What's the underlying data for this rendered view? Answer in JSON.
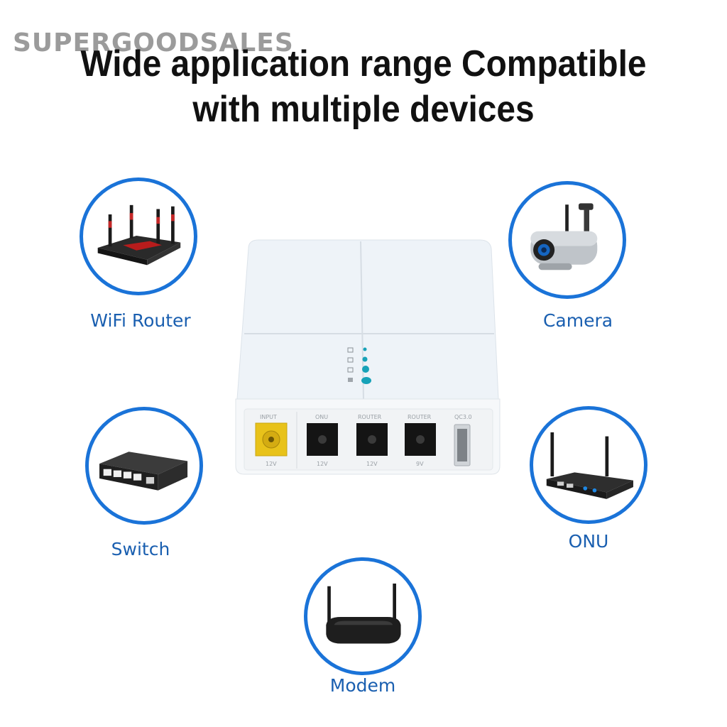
{
  "watermark": "SUPERGOODSALES",
  "headline": {
    "line1": "Wide application range Compatible",
    "line2": "with multiple devices"
  },
  "devices": [
    {
      "label": "WiFi Router",
      "icon": "wifi-router-icon"
    },
    {
      "label": "Camera",
      "icon": "camera-icon"
    },
    {
      "label": "Switch",
      "icon": "switch-icon"
    },
    {
      "label": "ONU",
      "icon": "onu-icon"
    },
    {
      "label": "Modem",
      "icon": "modem-icon"
    }
  ],
  "hub": {
    "ports": [
      {
        "name": "INPUT",
        "voltage": "12V"
      },
      {
        "name": "ONU",
        "voltage": "12V"
      },
      {
        "name": "ROUTER",
        "voltage": "12V"
      },
      {
        "name": "ROUTER",
        "voltage": "9V"
      },
      {
        "name": "QC3.0",
        "voltage": ""
      }
    ]
  },
  "colors": {
    "accent": "#1a73d8",
    "label": "#1a5fb0",
    "input_port": "#e8c21a"
  }
}
